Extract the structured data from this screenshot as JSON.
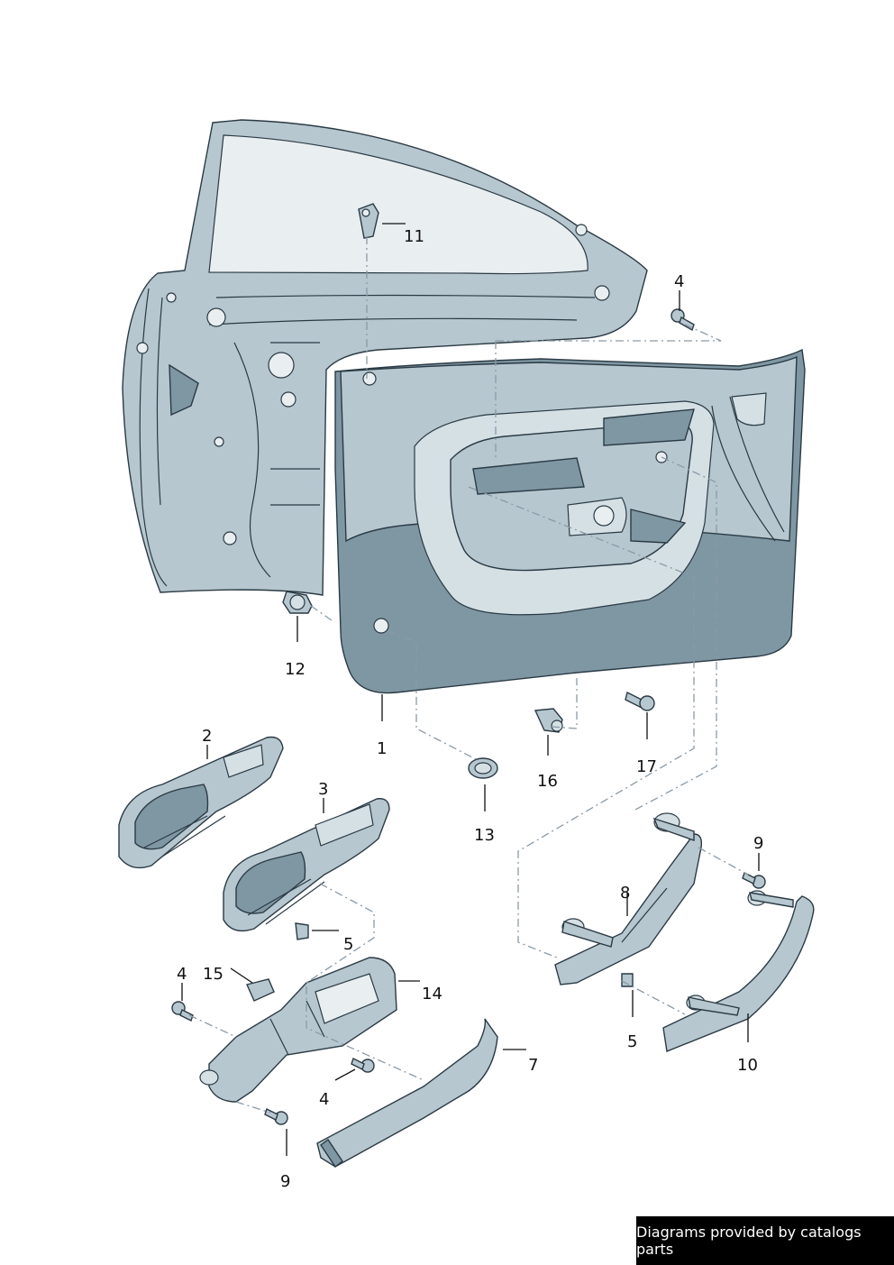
{
  "callouts": [
    {
      "id": "c1",
      "text": "1"
    },
    {
      "id": "c2",
      "text": "2"
    },
    {
      "id": "c3",
      "text": "3"
    },
    {
      "id": "c4a",
      "text": "4"
    },
    {
      "id": "c4b",
      "text": "4"
    },
    {
      "id": "c4c",
      "text": "4"
    },
    {
      "id": "c5a",
      "text": "5"
    },
    {
      "id": "c5b",
      "text": "5"
    },
    {
      "id": "c7",
      "text": "7"
    },
    {
      "id": "c8",
      "text": "8"
    },
    {
      "id": "c9a",
      "text": "9"
    },
    {
      "id": "c9b",
      "text": "9"
    },
    {
      "id": "c10",
      "text": "10"
    },
    {
      "id": "c11",
      "text": "11"
    },
    {
      "id": "c12",
      "text": "12"
    },
    {
      "id": "c13",
      "text": "13"
    },
    {
      "id": "c14",
      "text": "14"
    },
    {
      "id": "c15",
      "text": "15"
    },
    {
      "id": "c16",
      "text": "16"
    },
    {
      "id": "c17",
      "text": "17"
    }
  ],
  "watermark": "Diagrams provided by catalogs parts",
  "colors": {
    "part_fill": "#b7c7cf",
    "part_dark": "#7f97a3",
    "outline": "#2a3a44",
    "dash": "#8a9aa6"
  }
}
